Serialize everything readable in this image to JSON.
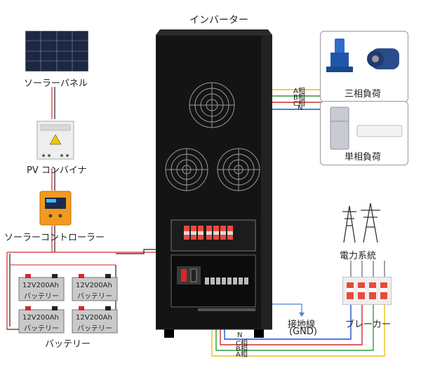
{
  "title": "インバーター",
  "components": {
    "solar_panel": "ソーラーパネル",
    "pv_combiner": "PV コンバイナ",
    "solar_controller": "ソーラーコントローラー",
    "battery_label": "12V200Ah",
    "battery_sub": "バッテリー",
    "battery_group": "バッテリー",
    "three_phase_load": "三相負荷",
    "single_phase_load": "単相負荷",
    "power_grid": "電力系統",
    "breaker": "ブレーカー",
    "ground": "接地線",
    "ground_sub": "(GND)"
  },
  "output_lines": {
    "a": "A相",
    "b": "B相",
    "c": "C相",
    "n": "N"
  },
  "colors": {
    "phase_a": "#e8c21a",
    "phase_b": "#2a9d3a",
    "phase_c": "#d62828",
    "neutral": "#1f4fd1",
    "ground": "#4a7fd6",
    "dc_pos": "#d62828",
    "dc_neg": "#222222"
  }
}
